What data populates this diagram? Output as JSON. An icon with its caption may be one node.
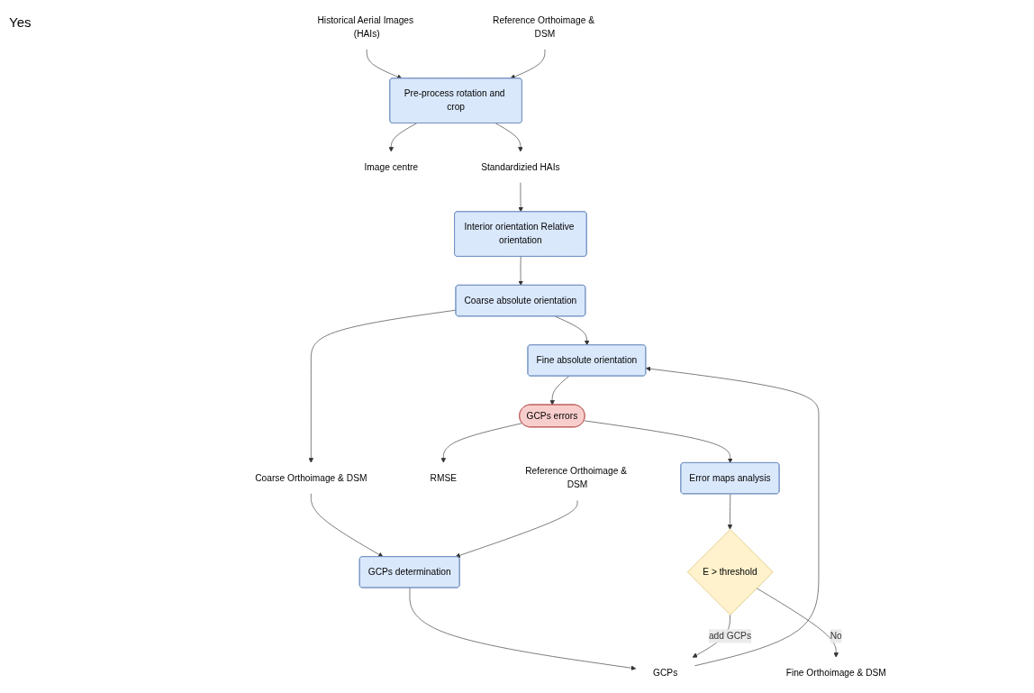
{
  "diagram": {
    "nodes": [
      {
        "text": [
          "Historical Aerial Images (HAIs)"
        ]
      },
      {
        "text": [
          "Reference Orthoimage & DSM"
        ]
      },
      {
        "text": [
          "Pre-process rotation and crop"
        ]
      },
      {
        "text": [
          "Image centre"
        ]
      },
      {
        "text": [
          "Standardizied HAIs"
        ]
      },
      {
        "text": [
          "Interior orientation Relative orientation"
        ]
      },
      {
        "text": [
          "Coarse absolute orientation"
        ]
      },
      {
        "text": [
          "Fine absolute orientation"
        ]
      },
      {
        "text": [
          "Coarse Orthoimage & DSM"
        ]
      },
      {
        "text": [
          "GCPs errors"
        ]
      },
      {
        "text": [
          "RMSE"
        ]
      },
      {
        "text": [
          "Reference Orthoimage & DSM"
        ]
      },
      {
        "text": [
          "GCPs determination"
        ]
      },
      {
        "text": [
          "Error maps analysis"
        ]
      },
      {
        "text": [
          "GCPs"
        ]
      },
      {
        "text": [
          "E > threshold"
        ]
      },
      {
        "text": [
          "Fine Orthoimage & DSM"
        ]
      }
    ],
    "edges": [
      {
        "from": 0,
        "to": 2,
        "arrow": "to"
      },
      {
        "from": 1,
        "to": 2,
        "arrow": "to"
      },
      {
        "from": 2,
        "to": 3,
        "arrow": "to"
      },
      {
        "from": 2,
        "to": 4,
        "arrow": "to"
      },
      {
        "from": 4,
        "to": 5,
        "arrow": "to"
      },
      {
        "from": 5,
        "to": 6,
        "arrow": "to"
      },
      {
        "from": 6,
        "to": 7,
        "arrow": "to"
      },
      {
        "from": 6,
        "to": 8,
        "arrow": "to"
      },
      {
        "from": 8,
        "to": 12,
        "arrow": "to"
      },
      {
        "from": 11,
        "to": 12,
        "arrow": "to"
      },
      {
        "from": 12,
        "to": 14,
        "arrow": "to"
      },
      {
        "from": 14,
        "to": 7,
        "arrow": "to"
      },
      {
        "from": 7,
        "to": 9,
        "arrow": "to"
      },
      {
        "from": 9,
        "to": 10,
        "arrow": "to"
      },
      {
        "from": 9,
        "to": 13,
        "arrow": "to"
      },
      {
        "from": 13,
        "to": 15,
        "arrow": "to"
      },
      {
        "from": 15,
        "to": 14,
        "arrow": "to",
        "label": "add GCPs"
      },
      {
        "from": 15,
        "to": 16,
        "arrow": "to",
        "label": "No"
      }
    ],
    "labels": [
      "Yes"
    ]
  }
}
